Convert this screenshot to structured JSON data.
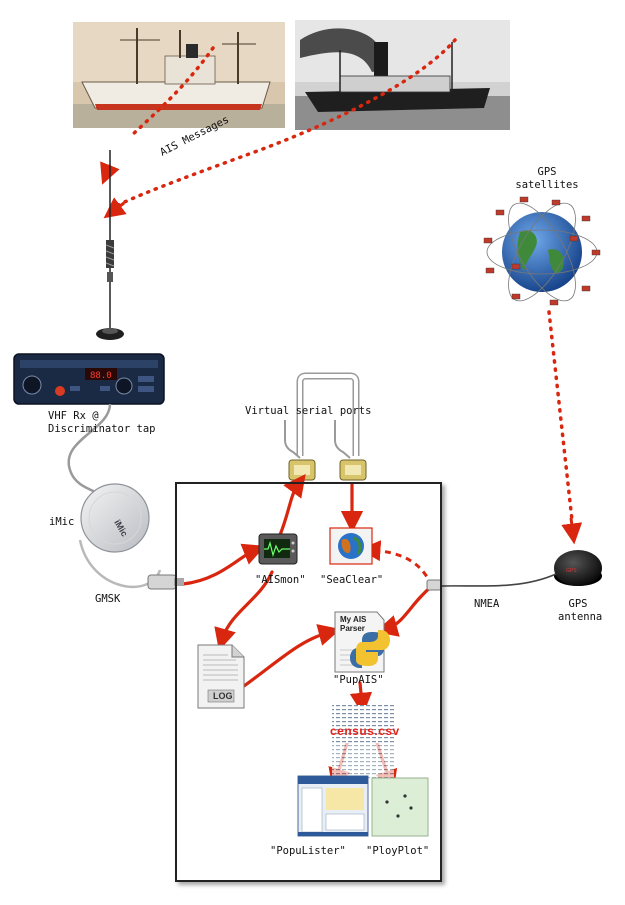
{
  "labels": {
    "ais_messages": "AIS Messages",
    "gps_satellites": "GPS\nsatellites",
    "vhf_rx": "VHF Rx @\nDiscriminator tap",
    "virtual_serial_ports": "Virtual serial ports",
    "imic": "iMic",
    "gmsk": "GMSK",
    "aismon": "\"AISmon\"",
    "seaclear": "\"SeaClear\"",
    "nmea": "NMEA",
    "gps_antenna": "GPS\nantenna",
    "log_file": "LOG",
    "my_ais_parser": "My AIS\nParser",
    "pupais": "\"PupAIS\"",
    "census_csv": "census.csv",
    "populister": "\"PopuLister\"",
    "ploypLot": "\"PloyPlot\""
  },
  "colors": {
    "flow_arrow": "#d9260f",
    "box_border": "#222222",
    "radio_body": "#1a2a44",
    "globe": "#2a5fb0"
  },
  "icons": {
    "ship_photo_1": "cargo-ship-photo",
    "ship_photo_2": "steamship-photo",
    "antenna": "vhf-antenna-icon",
    "radio": "vhf-radio-icon",
    "imic": "imic-usb-adapter-icon",
    "usb_plug": "usb-plug-icon",
    "gps_antenna": "gps-puck-antenna-icon",
    "globe": "gps-satellite-globe-icon",
    "serial_connector": "db9-connector-icon",
    "oscilloscope": "oscilloscope-icon",
    "seaclear": "seaclear-chart-icon",
    "python": "python-logo-icon",
    "log": "log-file-icon",
    "csv": "csv-data-icon",
    "window": "application-window-icon"
  }
}
